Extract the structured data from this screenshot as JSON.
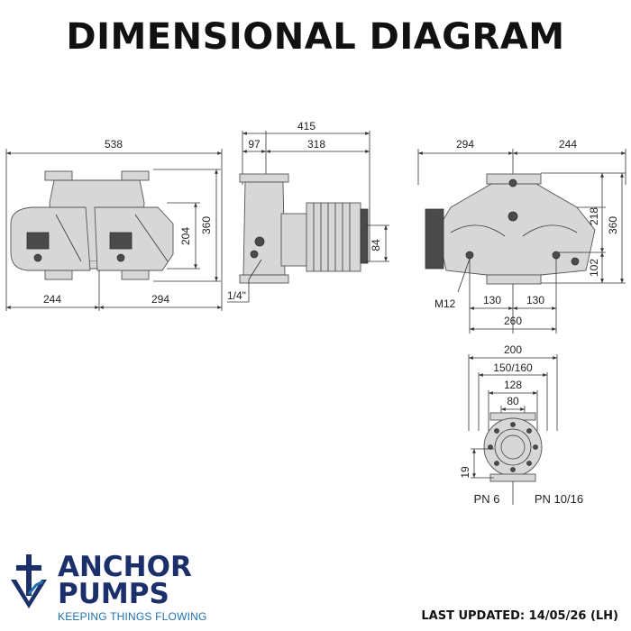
{
  "header": {
    "title": "DIMENSIONAL DIAGRAM"
  },
  "front_view": {
    "width_total": "538",
    "width_left": "244",
    "width_right": "294",
    "height_total": "360",
    "height_inner": "204"
  },
  "side_view": {
    "width_total": "415",
    "width_a": "97",
    "width_b": "318",
    "height_low": "84",
    "port_label": "1/4\""
  },
  "rear_view": {
    "width_left": "294",
    "width_right": "244",
    "height_total": "360",
    "height_a": "218",
    "height_b": "102",
    "spacing_left": "130",
    "spacing_right": "130",
    "spacing_total": "260",
    "bolt_label": "M12"
  },
  "flange_view": {
    "outer": "200",
    "pcd": "150/160",
    "bolt_inner": "128",
    "bore": "80",
    "hole": "19",
    "pn_left": "PN 6",
    "pn_right": "PN 10/16"
  },
  "brand": {
    "line1": "ANCHOR",
    "line2": "PUMPS",
    "tagline": "KEEPING THINGS FLOWING",
    "primary_color": "#1b2f6b",
    "accent_color": "#1f6fb0"
  },
  "footer": {
    "last_updated": "LAST UPDATED: 14/05/26 (LH)"
  }
}
